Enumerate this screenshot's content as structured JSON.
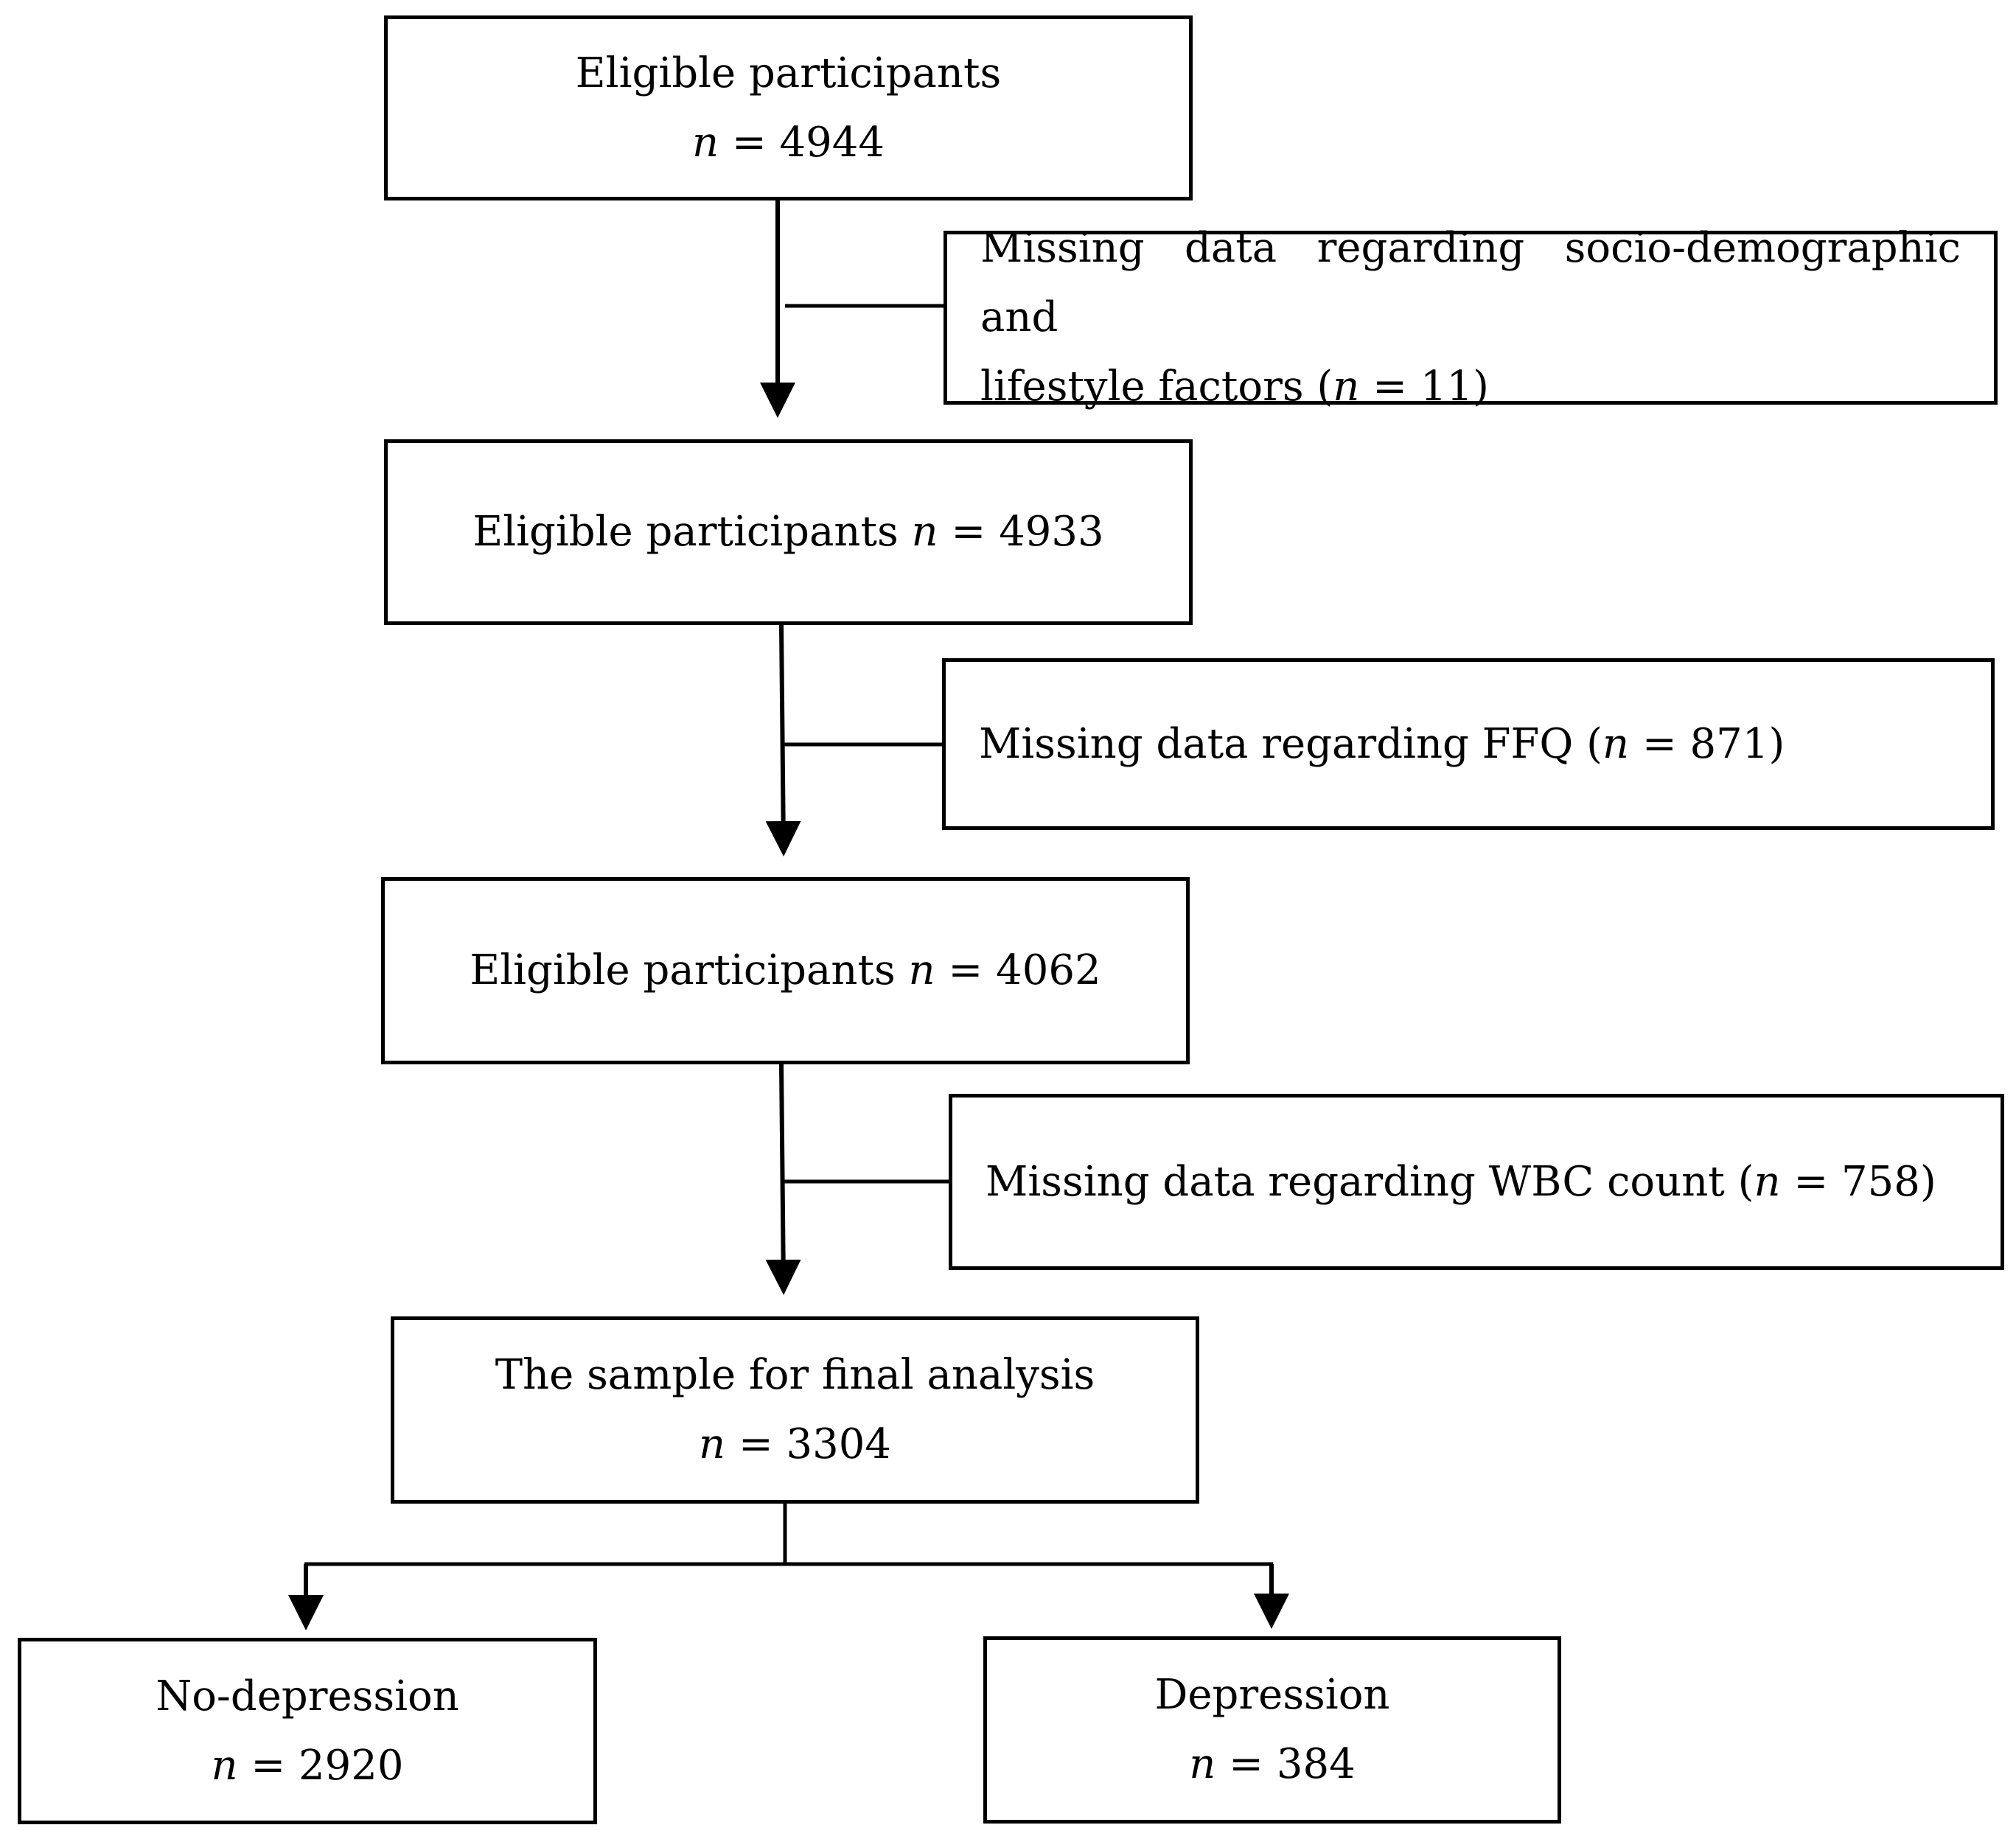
{
  "flow": {
    "step1": {
      "label": "Eligible participants",
      "n": "4944"
    },
    "exclusion1": {
      "line1": "Missing data regarding socio-demographic and",
      "line2_prefix": "lifestyle factors (",
      "n": "11",
      "suffix": ")"
    },
    "step2": {
      "label": "Eligible participants",
      "n": "4933"
    },
    "exclusion2": {
      "prefix": "Missing data regarding FFQ (",
      "n": "871",
      "suffix": ")"
    },
    "step3": {
      "label": "Eligible participants",
      "n": "4062"
    },
    "exclusion3": {
      "prefix": "Missing data regarding WBC count (",
      "n": "758",
      "suffix": ")"
    },
    "final": {
      "label": "The sample for final analysis",
      "n": "3304"
    },
    "no_depression": {
      "label": "No-depression",
      "n": "2920"
    },
    "depression": {
      "label": "Depression",
      "n": "384"
    }
  },
  "symbols": {
    "n_symbol": "n",
    "equals": " = "
  },
  "colors": {
    "line": "#000000",
    "box_fill": "#ffffff",
    "text": "#000000"
  }
}
